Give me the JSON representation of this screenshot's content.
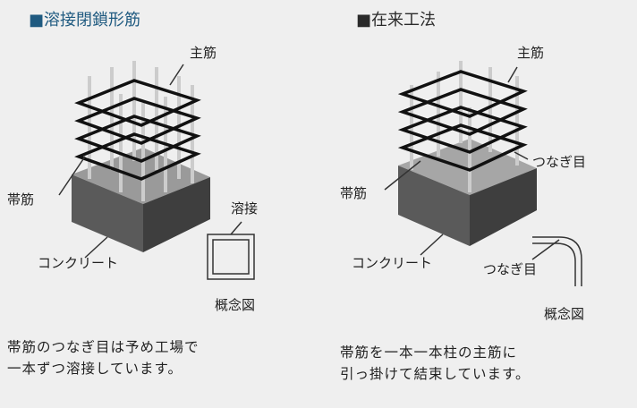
{
  "left": {
    "title": "■溶接閉鎖形筋",
    "title_color": "#1f5a80",
    "main_rebar": "主筋",
    "hoop": "帯筋",
    "weld": "溶接",
    "concrete": "コンクリート",
    "concept": "概念図",
    "description": "帯筋のつなぎ目は予め工場で\n一本ずつ溶接しています。"
  },
  "right": {
    "title": "■在来工法",
    "title_color": "#2a2a2a",
    "main_rebar": "主筋",
    "joint": "つなぎ目",
    "hoop": "帯筋",
    "concrete": "コンクリート",
    "joint2": "つなぎ目",
    "concept": "概念図",
    "description": "帯筋を一本一本柱の主筋に\n引っ掛けて結束しています。"
  }
}
